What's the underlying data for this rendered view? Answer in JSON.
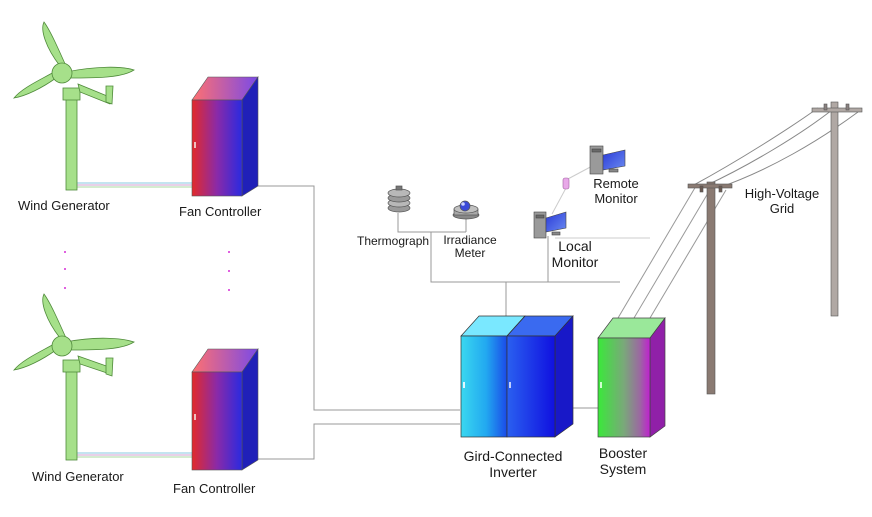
{
  "wind_generator_top": "Wind Generator",
  "wind_generator_bottom": "Wind Generator",
  "fan_controller_top": "Fan Controller",
  "fan_controller_bottom": "Fan Controller",
  "thermograph": "Thermograph",
  "irradiance_meter": [
    "Irradiance",
    "Meter"
  ],
  "local_monitor": [
    "Local",
    "Monitor"
  ],
  "remote_monitor": [
    "Remote",
    "Monitor"
  ],
  "inverter": [
    "Gird-Connected",
    "Inverter"
  ],
  "booster": [
    "Booster",
    "System"
  ],
  "grid": [
    "High-Voltage",
    "Grid"
  ],
  "colors": {
    "turbine": "#a6e08a",
    "turbine_edge": "#4f8a3a",
    "fan_controller_gradient": [
      "#e22a2a",
      "#8a2aa8",
      "#2a2ae0"
    ],
    "inverter_gradient": [
      "#3ad8f0",
      "#1a4ae8",
      "#1010e0"
    ],
    "booster_gradient": [
      "#3ae83a",
      "#8a8a8a",
      "#c020d0"
    ],
    "wire": "#999999",
    "pole": "#8a7a72"
  },
  "icons": [
    "wind-turbine-icon",
    "cabinet-icon",
    "thermograph-icon",
    "irradiance-meter-icon",
    "computer-icon",
    "modem-icon",
    "power-pole-icon"
  ]
}
